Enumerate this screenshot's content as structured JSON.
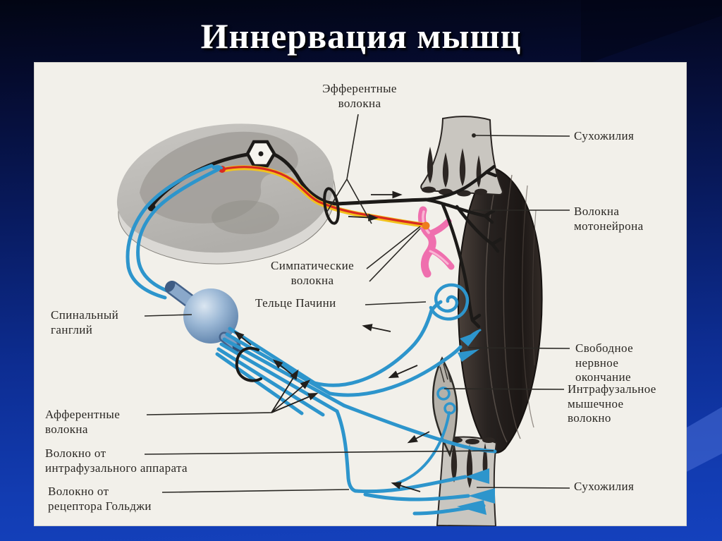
{
  "slide": {
    "title": "Иннервация мышц"
  },
  "diagram": {
    "labels": {
      "efferent_fibers": "Эфферентные\nволокна",
      "tendons_top": "Сухожилия",
      "motoneuron_fibers": "Волокна\nмотонейрона",
      "sympathetic_fibers": "Симпатические\nволокна",
      "pacinian_corpuscle": "Тельце Пачини",
      "spinal_ganglion": "Спинальный\nганглий",
      "free_nerve_ending": "Свободное\nнервное\nокончание",
      "intrafusal_muscle_fiber": "Интрафузальное\nмышечное\nволокно",
      "afferent_fibers": "Афферентные\nволокна",
      "fiber_from_intrafusal": "Волокно от\nинтрафузального аппарата",
      "fiber_from_golgi": "Волокно от\nрецептора Гольджи",
      "tendons_bottom": "Сухожилия"
    },
    "colors": {
      "afferent_blue": "#2d95cc",
      "efferent_black": "#1c1a18",
      "sympathetic_pink": "#ef6fae",
      "red_fiber": "#d92a20",
      "yellow_fiber": "#f2c21c",
      "muscle_dark": "#2c2623",
      "tendon_gray": "#c9c6c0",
      "paper": "#f2f0ea"
    }
  }
}
